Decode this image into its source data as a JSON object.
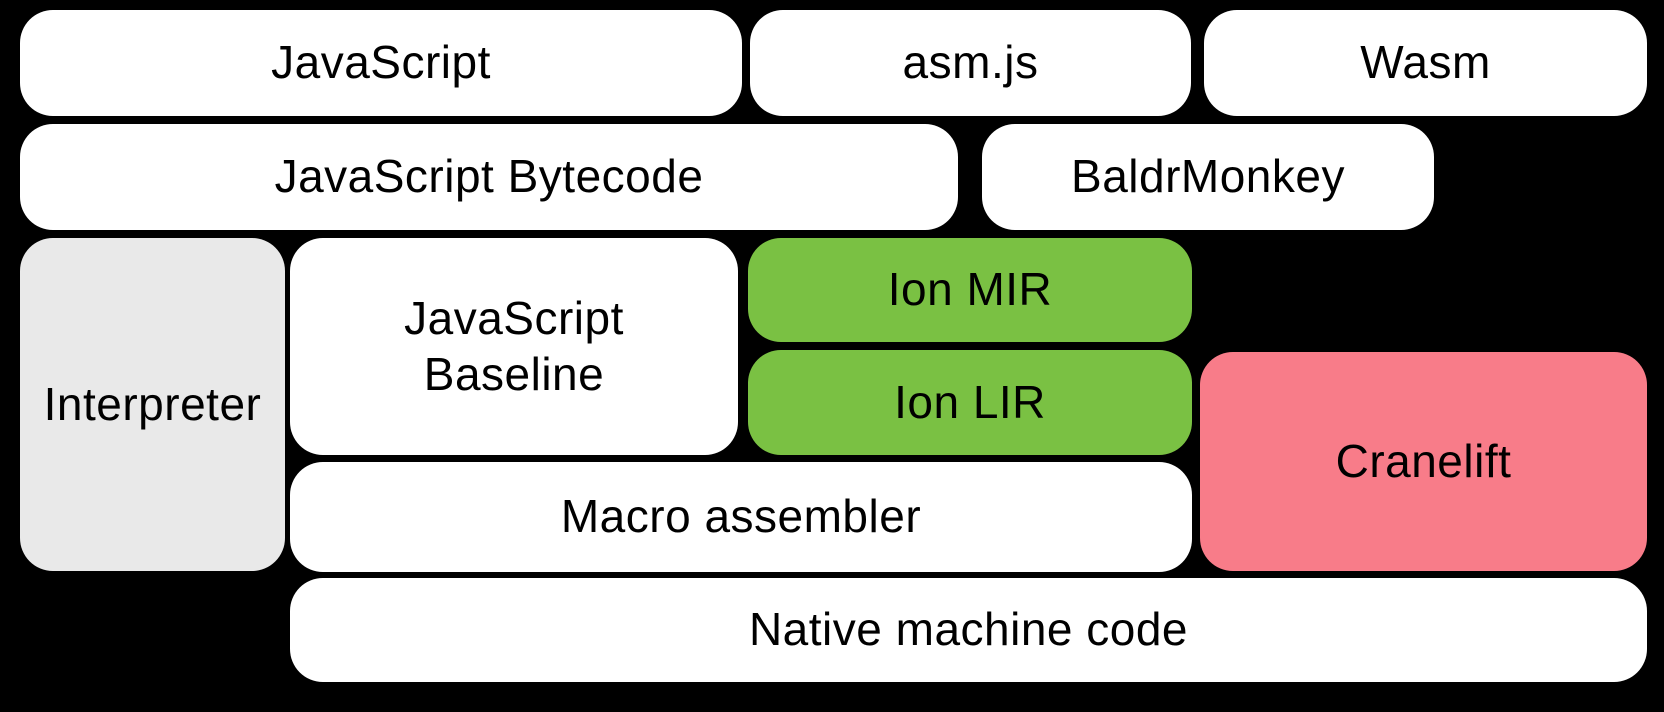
{
  "colors": {
    "background": "#000000",
    "box_white": "#ffffff",
    "box_gray": "#e9e9e9",
    "box_green": "#7ac143",
    "box_pink": "#f87c89",
    "text": "#000000"
  },
  "boxes": {
    "javascript": {
      "label": "JavaScript"
    },
    "asmjs": {
      "label": "asm.js"
    },
    "wasm": {
      "label": "Wasm"
    },
    "bytecode": {
      "label": "JavaScript Bytecode"
    },
    "baldrmonkey": {
      "label": "BaldrMonkey"
    },
    "interpreter": {
      "label": "Interpreter"
    },
    "baseline": {
      "label_line1": "JavaScript",
      "label_line2": "Baseline"
    },
    "ion_mir": {
      "label": "Ion MIR"
    },
    "ion_lir": {
      "label": "Ion LIR"
    },
    "cranelift": {
      "label": "Cranelift"
    },
    "macro_assembler": {
      "label": "Macro assembler"
    },
    "native_machine_code": {
      "label": "Native machine code"
    }
  }
}
